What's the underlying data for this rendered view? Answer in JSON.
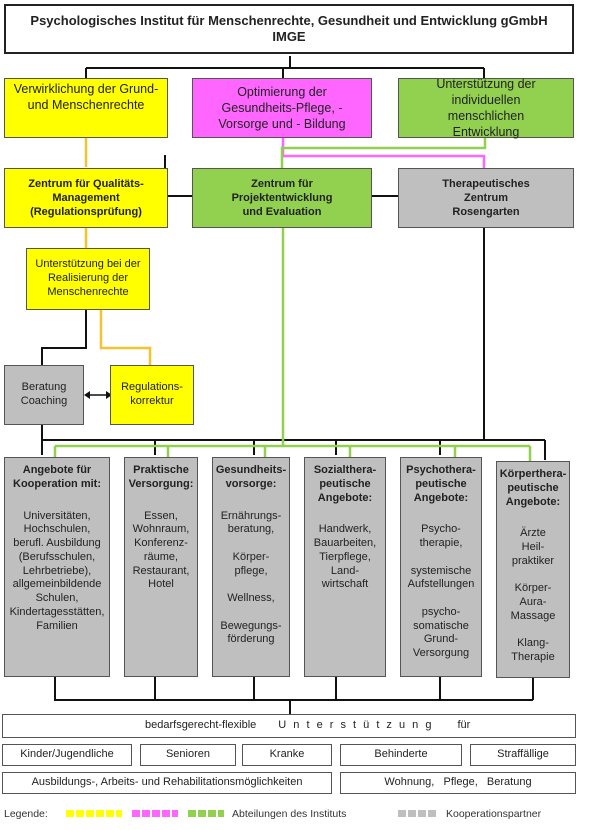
{
  "header": {
    "title_line1": "Psychologisches Institut für Menschenrechte, Gesundheit und Entwicklung gGmbH",
    "title_line2": "IMGE"
  },
  "departments": [
    {
      "text": "Verwirklichung der Grund- und Menschenrechte",
      "color": "#ffff00"
    },
    {
      "text": "Optimierung der Gesundheits-Pflege, - Vorsorge und - Bildung",
      "color": "#ff66ff"
    },
    {
      "text": "Unterstützung der individuellen menschlichen Entwicklung",
      "color": "#92d050"
    }
  ],
  "centers": [
    {
      "text": "Zentrum für Qualitäts-Management (Regulationsprüfung)",
      "color": "#ffff00"
    },
    {
      "text": "Zentrum für Projektentwicklung und Evaluation",
      "color": "#92d050"
    },
    {
      "text": "Therapeutisches Zentrum Rosengarten",
      "color": "#bfbfbf"
    }
  ],
  "support_box": "Unterstützung bei der Realisierung der Menschenrechte",
  "beratung": "Beratung Coaching",
  "regulation": "Regulations-korrektur",
  "offers": [
    {
      "head": "Angebote für Kooperation mit:",
      "body": "Universitäten,\nHochschulen,\nberufl. Ausbildung\n(Berufsschulen,\nLehrbetriebe),\nallgemeinbildende\nSchulen,\nKindertagesstätten,\nFamilien"
    },
    {
      "head": "Praktische Versorgung:",
      "body": "Essen,\nWohnraum,\nKonferenz-\nräume,\nRestaurant,\nHotel"
    },
    {
      "head": "Gesundheits-vorsorge:",
      "body": "Ernährungs-\nberatung,\n\nKörper-\npflege,\n\nWellness,\n\nBewegungs-\nförderung"
    },
    {
      "head": "Sozialthera-peutische Angebote:",
      "body": "Handwerk,\nBauarbeiten,\nTierpflege,\nLand-\nwirtschaft"
    },
    {
      "head": "Psychothera-peutische Angebote:",
      "body": "Psycho-\ntherapie,\n\nsystemische\nAufstellungen\n\npsycho-\nsomatische\nGrund-\nVersorgung"
    },
    {
      "head": "Körperthera-peutische Angebote:",
      "body": "Ärzte\nHeil-\npraktiker\n\nKörper-\nAura-\nMassage\n\nKlang-\nTherapie"
    }
  ],
  "bottom": {
    "banner_left": "bedarfsgerecht-flexible",
    "banner_mid": "U n t e r s t ü t z u n g",
    "banner_right": "für",
    "groups": [
      "Kinder/Jugendliche",
      "Senioren",
      "Kranke",
      "Behinderte",
      "Straffällige"
    ],
    "row3_left": "Ausbildungs-, Arbeits- und Rehabilitationsmöglichkeiten",
    "row3_right": "Wohnung,   Pflege,   Beratung"
  },
  "legend": {
    "label": "Legende:",
    "dept_label": "Abteilungen des Instituts",
    "partner_label": "Kooperationspartner",
    "colors": {
      "yellow": "#ffff00",
      "magenta": "#ff66ff",
      "green": "#92d050",
      "grey": "#bfbfbf"
    }
  }
}
